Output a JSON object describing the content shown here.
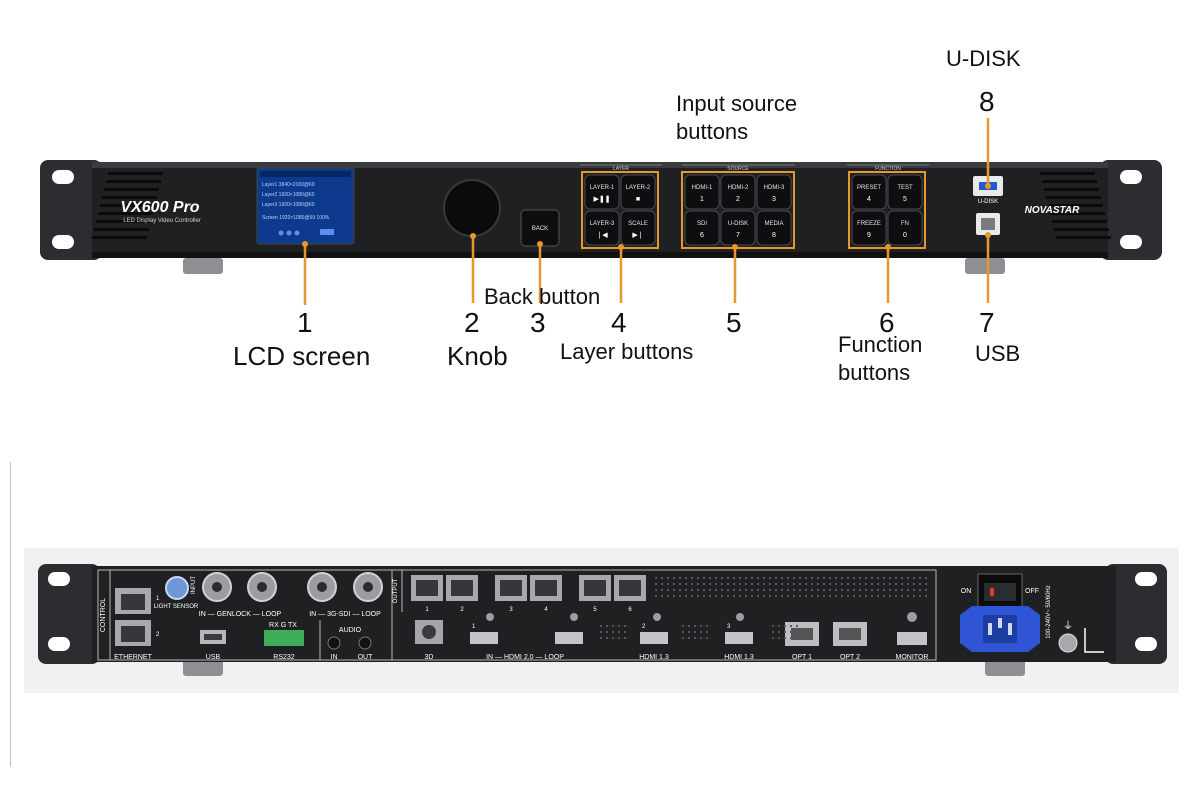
{
  "front": {
    "model": "VX600 Pro",
    "subtitle": "LED Display Video Controller",
    "brand": "NOVASTAR",
    "lcd_lines": [
      "Layer1  3840×2160@60",
      "Layer2  1920×1080@60",
      "Layer3  1920×1080@60",
      "Screen  1920×1080@59  100%"
    ],
    "back_key": "BACK",
    "groups": {
      "layer": "LAYER",
      "source": "SOURCE",
      "function": "FUNCTION"
    },
    "layer_keys": [
      {
        "name": "LAYER-1",
        "sub": "▶❚❚"
      },
      {
        "name": "LAYER-2",
        "sub": "■"
      },
      {
        "name": "LAYER-3",
        "sub": "❘◀"
      },
      {
        "name": "SCALE",
        "sub": "▶❘"
      }
    ],
    "source_keys": [
      {
        "name": "HDMI-1",
        "sub": "1"
      },
      {
        "name": "HDMI-2",
        "sub": "2"
      },
      {
        "name": "HDMI-3",
        "sub": "3"
      },
      {
        "name": "SDI",
        "sub": "6"
      },
      {
        "name": "U-DISK",
        "sub": "7"
      },
      {
        "name": "MEDIA",
        "sub": "8"
      }
    ],
    "function_keys": [
      {
        "name": "PRESET",
        "sub": "4"
      },
      {
        "name": "TEST",
        "sub": "5"
      },
      {
        "name": "FREEZE",
        "sub": "9"
      },
      {
        "name": "FN",
        "sub": "0"
      }
    ],
    "udisk_port": "U-DISK"
  },
  "callouts": {
    "n1": "1",
    "c1": "LCD screen",
    "n2": "2",
    "c2": "Knob",
    "n3": "3",
    "c3": "Back button",
    "n4": "4",
    "c4": "Layer buttons",
    "n5": "5",
    "c5": "Input source buttons",
    "n6": "6",
    "c6": "Function buttons",
    "n7": "7",
    "c7": "USB",
    "n8": "8",
    "c8": "U-DISK"
  },
  "rear": {
    "control": "CONTROL",
    "ethernet": "ETHERNET",
    "port1": "1",
    "port2": "2",
    "light_sensor": "LIGHT SENSOR",
    "input": "INPUT",
    "genlock": "IN — GENLOCK — LOOP",
    "sdi": "IN — 3G-SDI — LOOP",
    "usb": "USB",
    "rs232_pins": "RX G TX",
    "rs232": "RS232",
    "audio": "AUDIO",
    "audio_in": "IN",
    "audio_out": "OUT",
    "output": "OUTPUT",
    "out_ports": [
      "1",
      "2",
      "3",
      "4",
      "5",
      "6"
    ],
    "threeD": "3D",
    "hdmi20": "IN — HDMI 2.0 — LOOP",
    "hdmi13a": "HDMI 1.3",
    "hdmi13b": "HDMI 1.3",
    "hdmi_n1": "1",
    "hdmi_n2": "2",
    "hdmi_n3": "3",
    "opt1": "OPT 1",
    "opt2": "OPT 2",
    "monitor": "MONITOR",
    "on": "ON",
    "off": "OFF",
    "power_rating": "100-240V~ 50/60Hz"
  },
  "colors": {
    "accent": "#e8972a",
    "chassis": "#1f2022",
    "bracket": "#2c2d30",
    "lcd": "#0d3a8c",
    "ac_socket": "#2f55d6"
  }
}
